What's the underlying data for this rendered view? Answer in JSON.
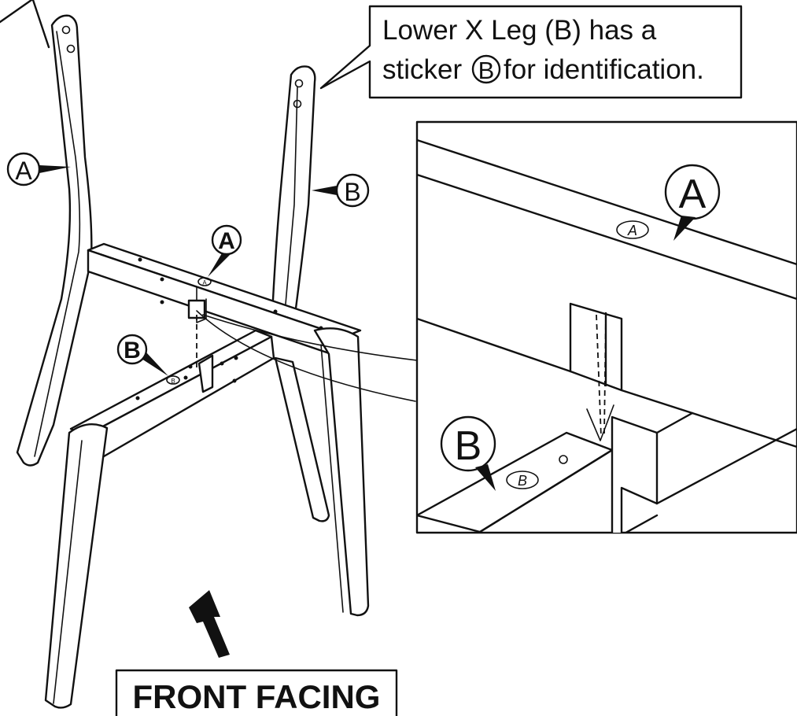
{
  "callout_top": {
    "line1": "Lower X Leg (B) has a",
    "line2_before": "sticker",
    "line2_badge": "B",
    "line2_after": "for identification."
  },
  "labels": {
    "leg_a": "A",
    "leg_b": "B",
    "sticker_a_bold": "A",
    "sticker_b_bold": "B",
    "sticker_a_small": "A",
    "sticker_b_small": "B",
    "detail_a": "A",
    "detail_b": "B",
    "detail_sticker_a": "A",
    "detail_sticker_b": "B"
  },
  "front_facing": "FRONT FACING",
  "colors": {
    "line": "#111111",
    "background": "#ffffff"
  },
  "icons": {
    "direction": "arrow-up-icon"
  }
}
